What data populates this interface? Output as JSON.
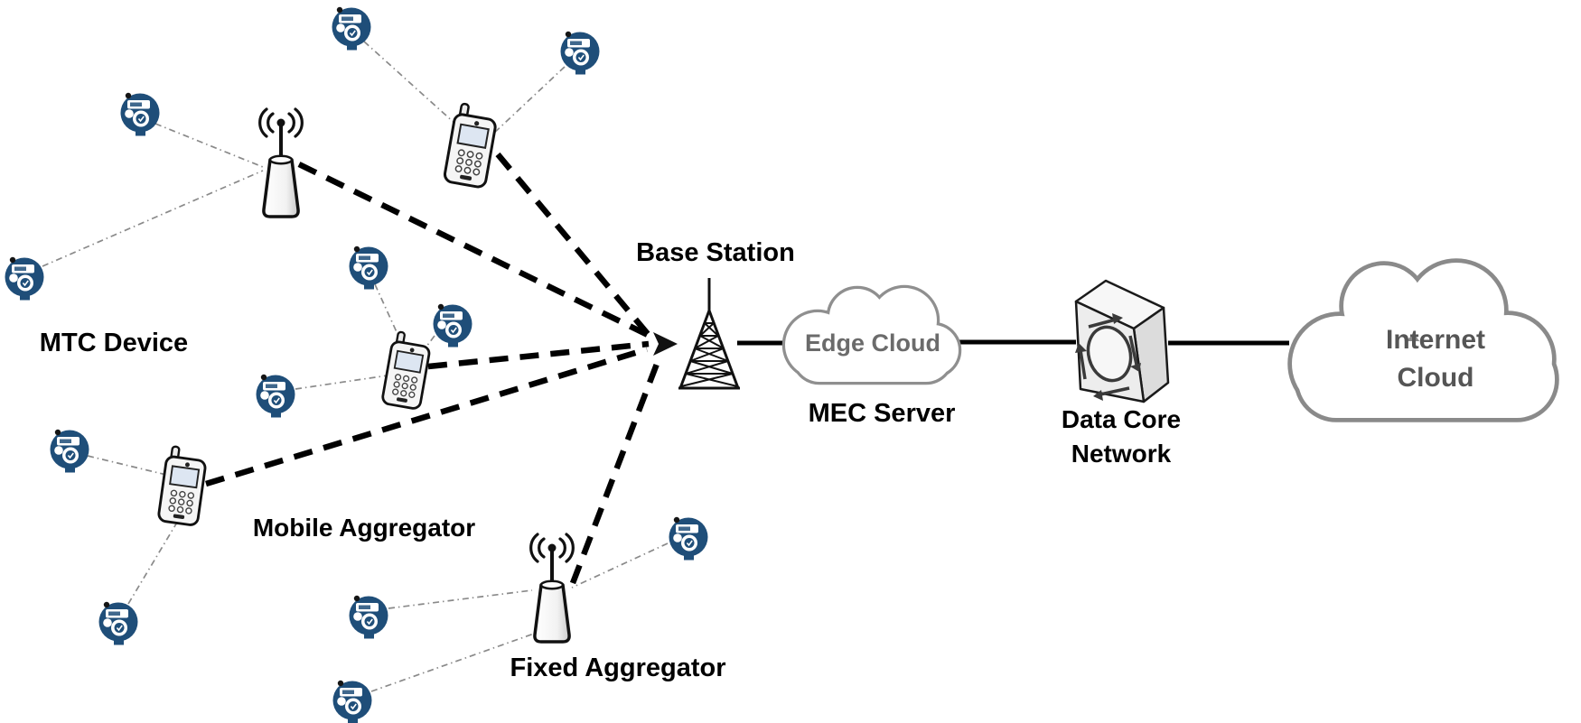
{
  "diagram": {
    "type": "network-architecture-figure",
    "labels": {
      "mtc_device": "MTC Device",
      "mobile_aggregator": "Mobile Aggregator",
      "fixed_aggregator": "Fixed Aggregator",
      "base_station": "Base Station",
      "edge_cloud": "Edge Cloud",
      "mec_server": "MEC Server",
      "data_core_line1": "Data Core",
      "data_core_line2": "Network",
      "internet_line1": "Internet",
      "internet_line2": "Cloud"
    },
    "icon_legend": {
      "mtc_device": "smart-meter-icon",
      "mobile_aggregator": "cellphone-icon",
      "fixed_aggregator": "antenna-cone-icon",
      "base_station": "lattice-tower-icon",
      "mec_server": "cloud-icon",
      "data_core_network": "switch-box-icon",
      "internet": "cloud-icon"
    },
    "counts": {
      "mtc_devices": 12,
      "mobile_aggregators": 3,
      "fixed_aggregators": 2
    },
    "links": {
      "mtc_to_aggregator": "thin gray dash-dot line",
      "aggregator_to_base_station": "bold black dashed line with arrowhead at base station",
      "backhaul": "solid black line: Base Station - MEC Server - Data Core Network - Internet Cloud"
    },
    "colors": {
      "mtc_device_fill": "#1f4e79",
      "edge_cloud_stroke": "#8f8f8f",
      "internet_cloud_stroke": "#8a8a8a",
      "edge_cloud_text": "#6b6b6b",
      "internet_cloud_text": "#555555",
      "label_text": "#000000",
      "thin_link": "#8a8a8a",
      "dashed_link": "#000000"
    }
  }
}
